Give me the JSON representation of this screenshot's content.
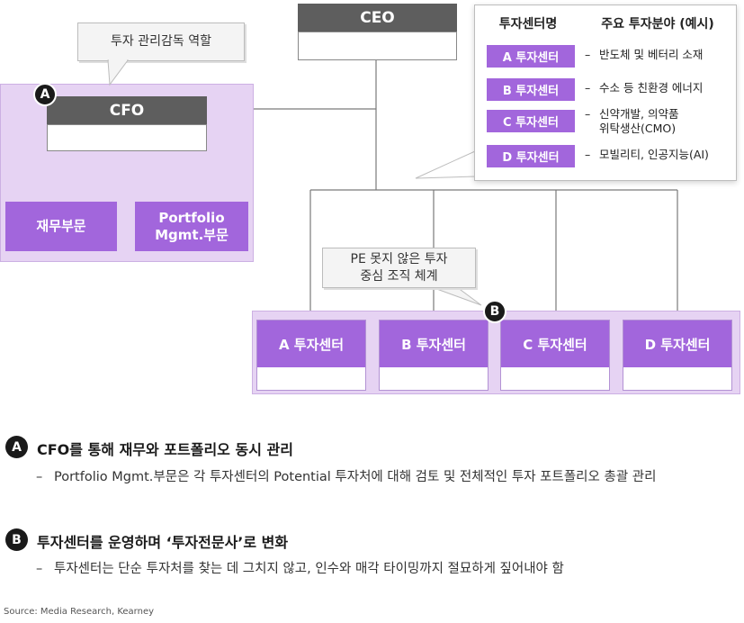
{
  "org": {
    "ceo": "CEO",
    "cfo": "CFO",
    "cfo_units": [
      "재무부문",
      "Portfolio\nMgmt.부문"
    ],
    "centers": [
      "A 투자센터",
      "B 투자센터",
      "C 투자센터",
      "D 투자센터"
    ]
  },
  "callouts": {
    "cfo_role": "투자 관리감독 역할",
    "pe_structure": "PE 못지 않은 투자\n중심 조직 체계"
  },
  "markers": {
    "a": "A",
    "b": "B"
  },
  "legend": {
    "header_name": "투자센터명",
    "header_area": "주요 투자분야 (예시)",
    "rows": [
      {
        "name": "A 투자센터",
        "area": "반도체 및 베터리 소재"
      },
      {
        "name": "B 투자센터",
        "area": "수소 등 친환경 에너지"
      },
      {
        "name": "C 투자센터",
        "area": "신약개발, 의약품\n위탁생산(CMO)"
      },
      {
        "name": "D 투자센터",
        "area": "모빌리티, 인공지능(AI)"
      }
    ]
  },
  "notes": [
    {
      "marker": "A",
      "title": "CFO를 통해 재무와 포트폴리오 동시 관리",
      "body": "Portfolio Mgmt.부문은 각 투자센터의 Potential 투자처에 대해 검토 및 전체적인 투자 포트폴리오 총괄 관리"
    },
    {
      "marker": "B",
      "title": "투자센터를 운영하며 ‘투자전문사’로 변화",
      "body": "투자센터는 단순 투자처를 찾는 데 그치지 않고, 인수와 매각 타이밍까지 절묘하게 짚어내야 함"
    }
  ],
  "dash": "–",
  "source": "Source: Media Research, Kearney",
  "colors": {
    "purple": "#a266dc",
    "panel": "#e6d3f3",
    "head": "#5e5e5e"
  }
}
